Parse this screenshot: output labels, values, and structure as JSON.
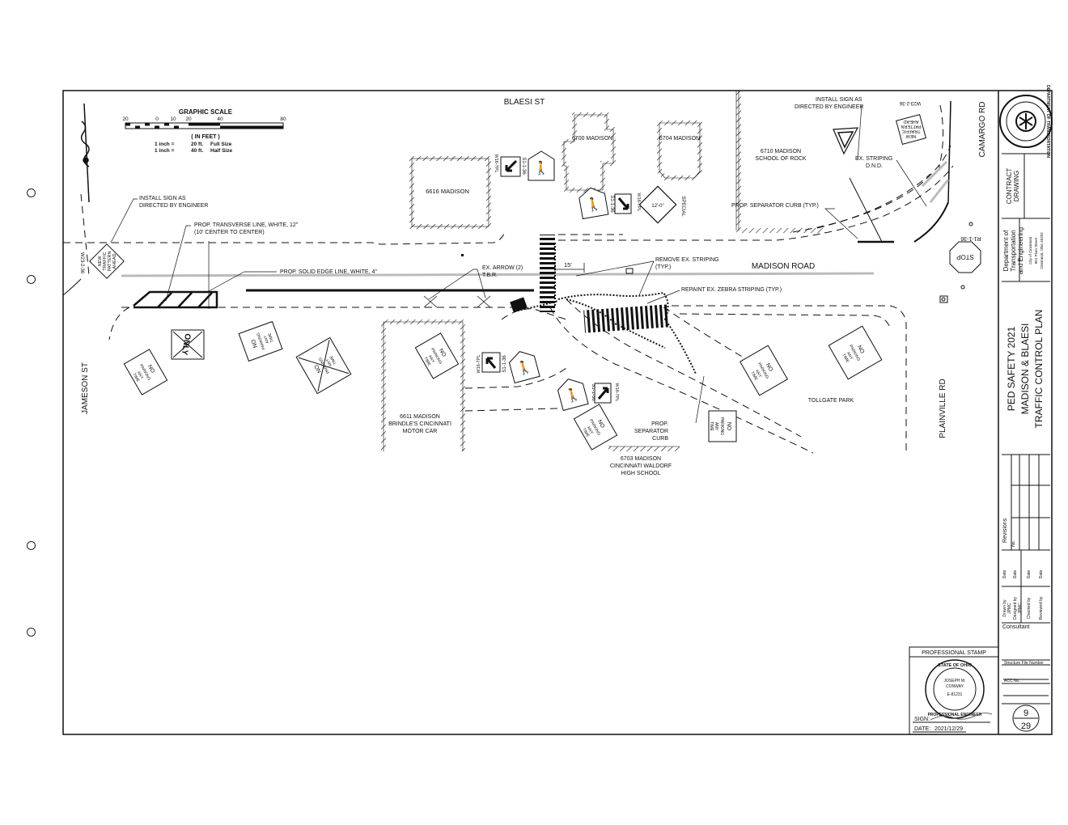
{
  "streets": {
    "blaesi": "BLAESI ST",
    "madison": "MADISON ROAD",
    "camargo": "CAMARGO RD",
    "jameson": "JAMESON ST",
    "plainville": "PLAINVILLE RD"
  },
  "buildings": {
    "b6616": "6616 MADISON",
    "b6700": "6700 MADISON",
    "b6704": "6704 MADISON",
    "b6710_1": "6710 MADISON",
    "b6710_2": "SCHOOL OF ROCK",
    "b6611_1": "6611 MADISON",
    "b6611_2": "BRINDLE'S CINCINNATI",
    "b6611_3": "MOTOR CAR",
    "b6703_1": "6703 MADISON",
    "b6703_2": "CINCINNATI WALDORF",
    "b6703_3": "HIGH SCHOOL",
    "park": "TOLLGATE PARK"
  },
  "scale": {
    "title": "GRAPHIC SCALE",
    "ticks": [
      "20",
      "0",
      "10",
      "20",
      "40",
      "80"
    ],
    "unit": "( IN FEET )",
    "line1a": "1 inch =",
    "line1b": "20 ft.",
    "line1c": "Full Size",
    "line2a": "1 inch =",
    "line2b": "40 ft.",
    "line2c": "Half Size"
  },
  "notes": {
    "install_left_1": "INSTALL SIGN AS",
    "install_left_2": "DIRECTED BY ENGINEER",
    "install_right_1": "INSTALL SIGN AS",
    "install_right_2": "DIRECTED BY ENGINEER",
    "transverse_1": "PROP. TRANSVERSE LINE, WHITE, 12\"",
    "transverse_2": "(10' CENTER TO CENTER)",
    "edge_line": "PROP. SOLID EDGE LINE, WHITE, 4\"",
    "arrow_1": "EX. ARROW (2)",
    "arrow_2": "T.B.R.",
    "remove_1": "REMOVE EX. STRIPING",
    "remove_2": "(TYP.)",
    "repaint": "REPAINT EX. ZEBRA STRIPING (TYP.)",
    "sep_curb_typ": "PROP. SEPARATOR CURB (TYP.)",
    "ex_striping_1": "EX. STRIPING",
    "ex_striping_2": "D.N.D.",
    "prop_1": "PROP.",
    "prop_2": "SEPARATOR",
    "prop_3": "CURB",
    "dim_15": "15'"
  },
  "signs": {
    "s1136": "S1-1-36",
    "w16": "W16-7PL",
    "w2336": "W23-2-36",
    "r1136": "R1-1-36",
    "stop": "STOP",
    "special": "SPECIAL",
    "twelve": "12'-0\"",
    "only": "ONLY",
    "no": "NO",
    "parking": "PARKING",
    "any": "ANY",
    "time": "TIME",
    "new_1": "NEW",
    "new_2": "TRAFFIC",
    "new_3": "PATTERN",
    "new_4": "AHEAD"
  },
  "title_block": {
    "seal_outer": "DEPARTMENT OF TRANSPORTATION",
    "contract_1": "CONTRACT",
    "contract_2": "DRAWING",
    "dept_1": "Department of",
    "dept_2": "Transportation",
    "dept_3": "and Engineering",
    "dept_addr_1": "City of Cincinnati",
    "dept_addr_2": "801 Plum Street",
    "dept_addr_3": "Cincinnati, Ohio 45202",
    "project_1": "PED SAFETY 2021",
    "project_2": "MADISON & BLAESI",
    "project_3": "TRAFFIC CONTROL PLAN",
    "revisions": "Revisions",
    "no_label": "No.",
    "drawn_by": "Drawn by",
    "drawn_val": "JPMC",
    "designed_by": "Designed by",
    "designed_val": "JPMC",
    "checked_by": "Checked by",
    "reviewed_by": "Reviewed by",
    "date_label": "Date",
    "consultant": "Consultant",
    "structure": "Structure File Number",
    "acc": "ACC No.",
    "sheet_num": "9",
    "sheet_total": "29"
  },
  "stamp": {
    "title": "PROFESSIONAL STAMP",
    "state": "STATE OF OHIO",
    "name_1": "JOSEPH M.",
    "name_2": "CONWAY",
    "reg": "E-81231",
    "role": "PROFESSIONAL ENGINEER",
    "sign_label": "SIGN:",
    "date_label": "DATE:",
    "date_value": "2021/12/29"
  }
}
